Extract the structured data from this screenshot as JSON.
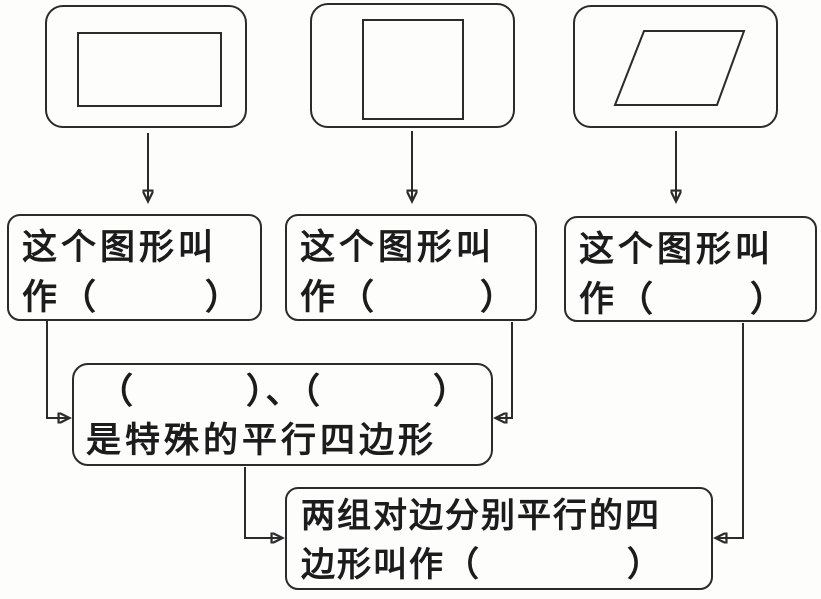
{
  "colors": {
    "line": "#2b2b2b",
    "text": "#1c1c1c",
    "background": "#fdfdfc"
  },
  "shape_cards": [
    {
      "icon": "rectangle-icon",
      "shape": "rectangle"
    },
    {
      "icon": "square-icon",
      "shape": "square"
    },
    {
      "icon": "parallelogram-icon",
      "shape": "parallelogram"
    }
  ],
  "label_boxes": [
    {
      "line1": "这个图形叫",
      "line2_open": "作（",
      "line2_close": "）"
    },
    {
      "line1": "这个图形叫",
      "line2_open": "作（",
      "line2_close": "）"
    },
    {
      "line1": "这个图形叫",
      "line2_open": "作（",
      "line2_close": "）"
    }
  ],
  "special_box": {
    "line1": "（　　　）、（　　　）",
    "line2": "是特殊的平行四边形"
  },
  "definition_box": {
    "line1": "两组对边分别平行的四",
    "line2_open": "边形叫作（",
    "line2_close": "）"
  }
}
